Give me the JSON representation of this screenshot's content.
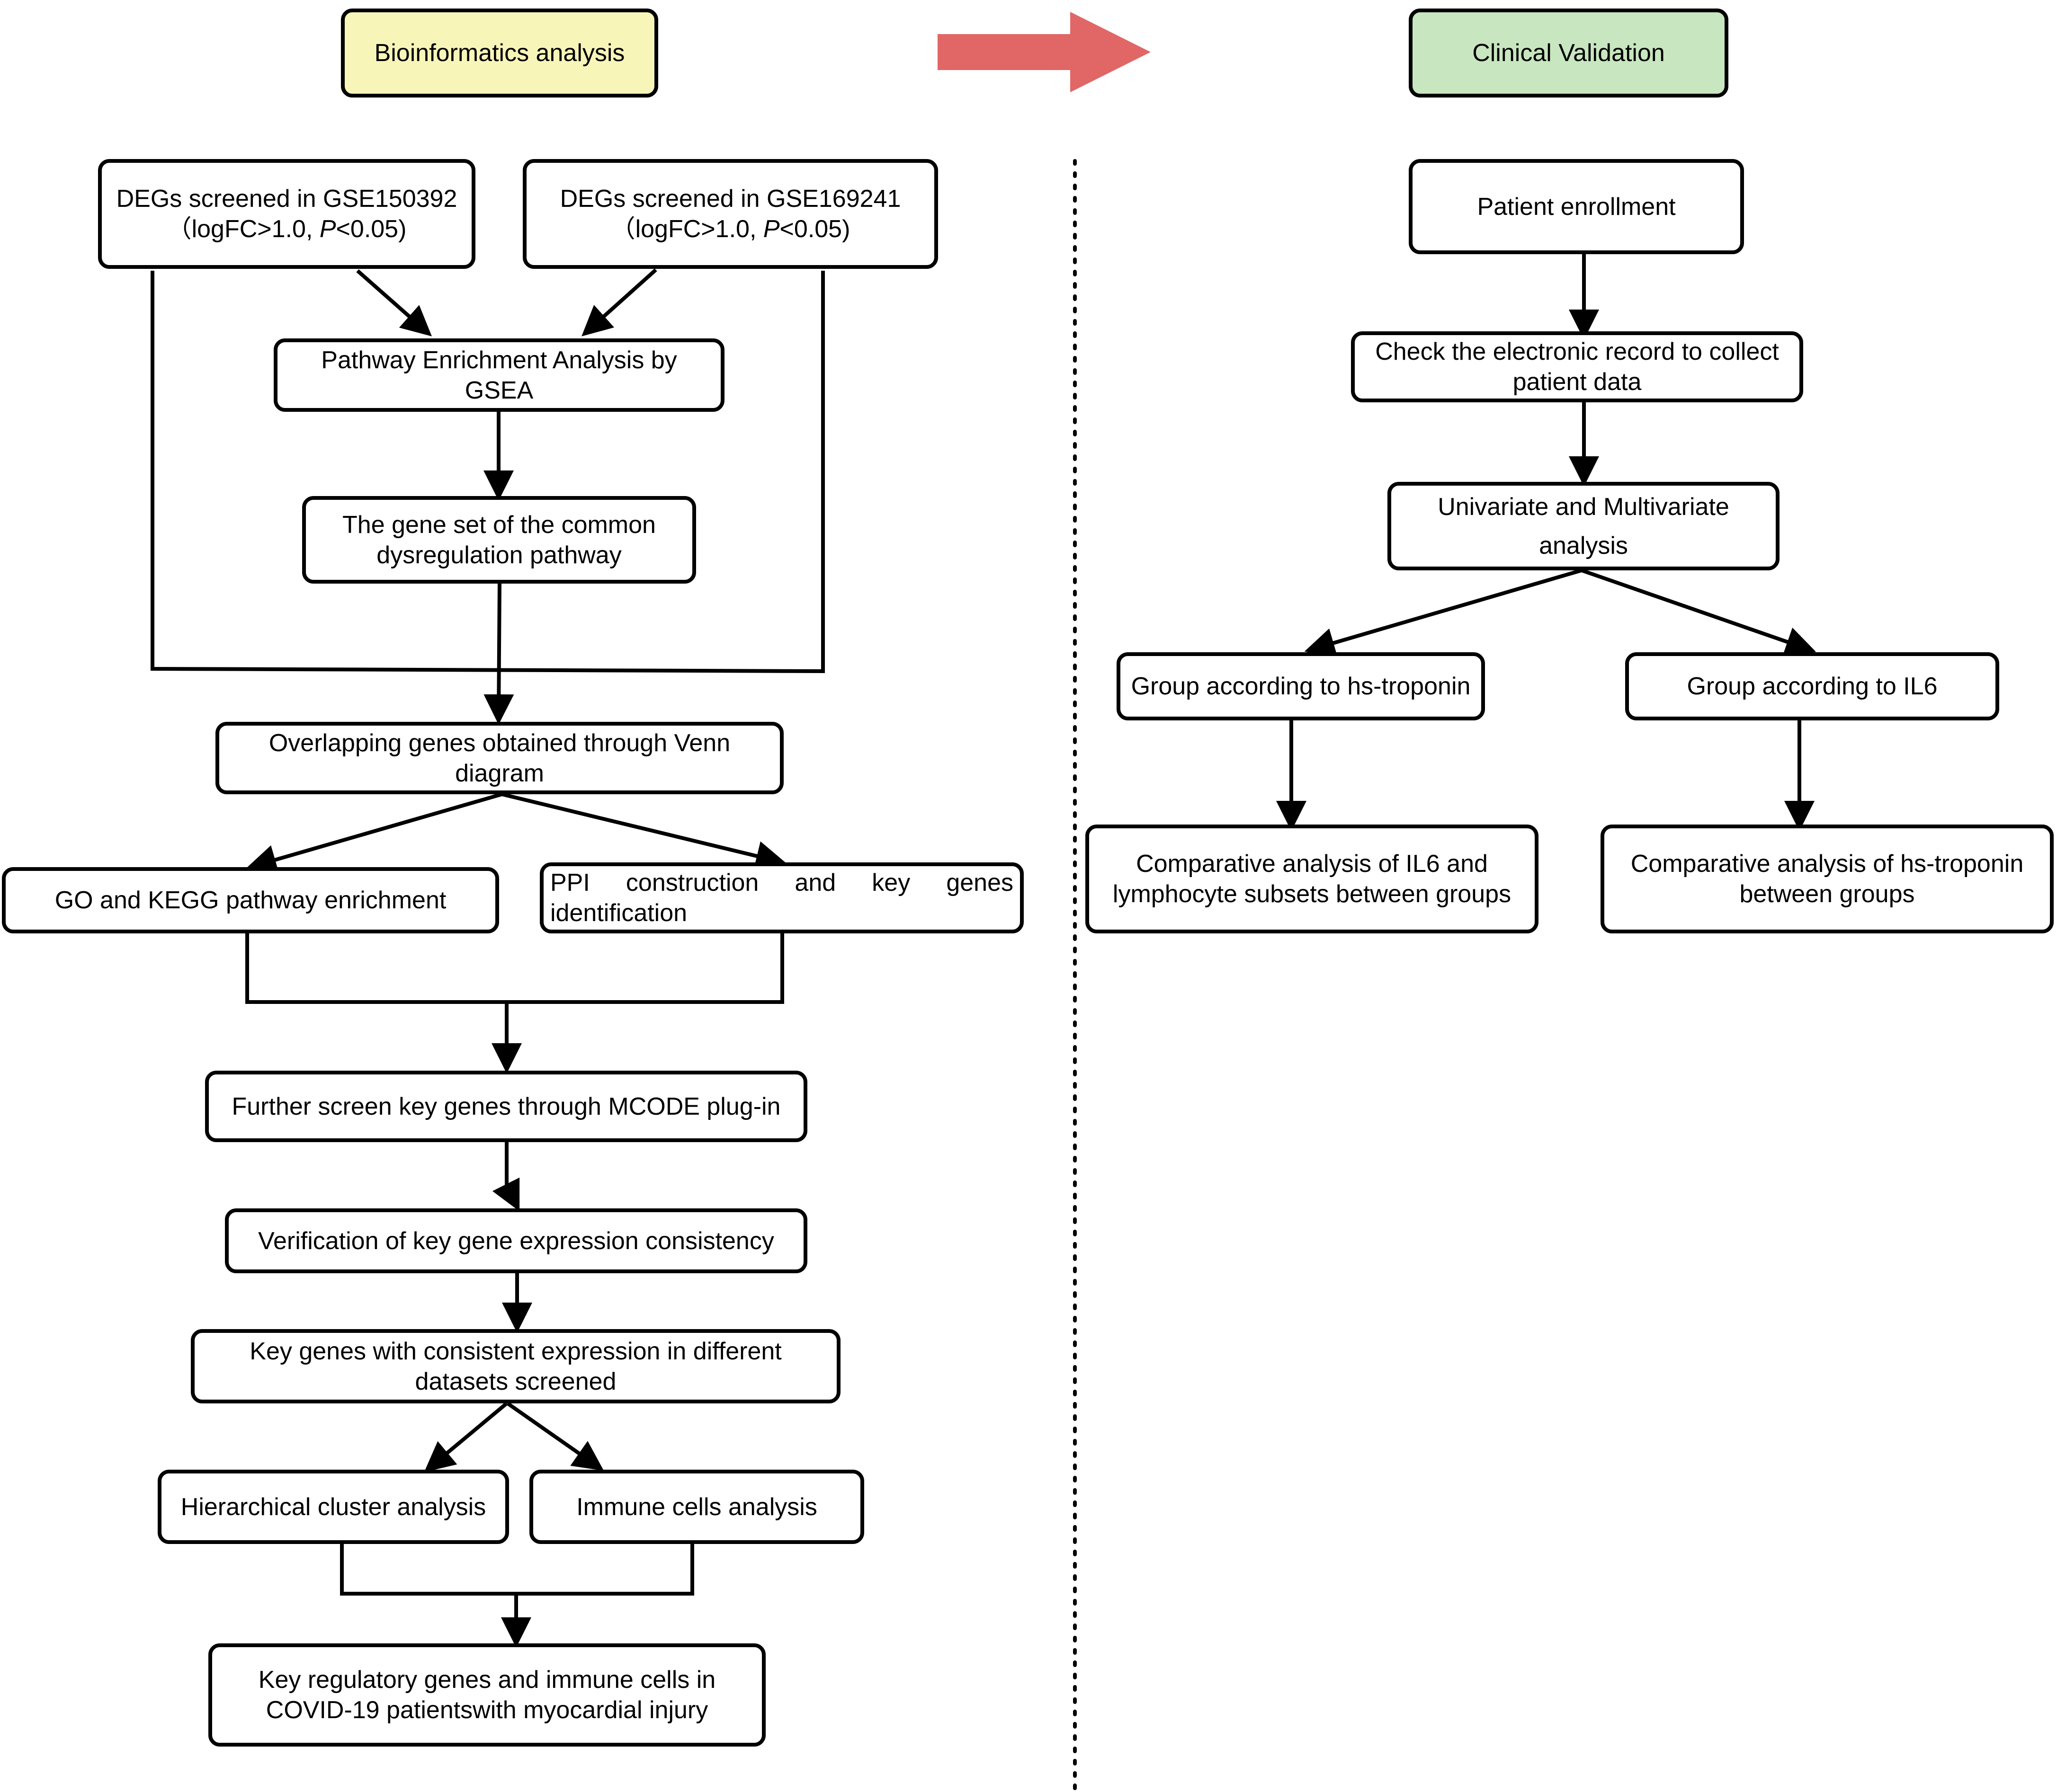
{
  "headers": {
    "bioinformatics": "Bioinformatics analysis",
    "clinical": "Clinical Validation"
  },
  "arrow_color": "#e06766",
  "header_colors": {
    "bioinformatics": "#f8f5b9",
    "clinical": "#c8e6bf"
  },
  "left": {
    "deg1": "DEGs screened in GSE150392 （logFC>1.0, P<0.05)",
    "deg2": "DEGs screened in GSE169241 （logFC>1.0, P<0.05)",
    "gsea": "Pathway Enrichment Analysis  by GSEA",
    "gene_set": "The gene set of the common dysregulation pathway",
    "venn": "Overlapping genes obtained through Venn diagram",
    "go_kegg": "GO and KEGG pathway enrichment",
    "ppi": "PPI construction and key genes identification",
    "mcode": "Further screen key genes through MCODE plug-in",
    "verification": "Verification of key gene expression consistency",
    "key_genes": "Key genes with consistent expression in different datasets screened",
    "cluster": "Hierarchical cluster analysis",
    "immune": "Immune cells  analysis",
    "final": "Key regulatory genes and immune cells in COVID-19 patientswith myocardial injury"
  },
  "right": {
    "enrollment": "Patient enrollment",
    "record": "Check the electronic record to collect patient data",
    "univariate": "Univariate and Multivariate analysis",
    "group_troponin": "Group according to hs-troponin",
    "group_il6": "Group according to IL6",
    "comp_il6": "Comparative analysis of IL6 and lymphocyte subsets between groups",
    "comp_troponin": "Comparative analysis of hs-troponin between groups"
  }
}
